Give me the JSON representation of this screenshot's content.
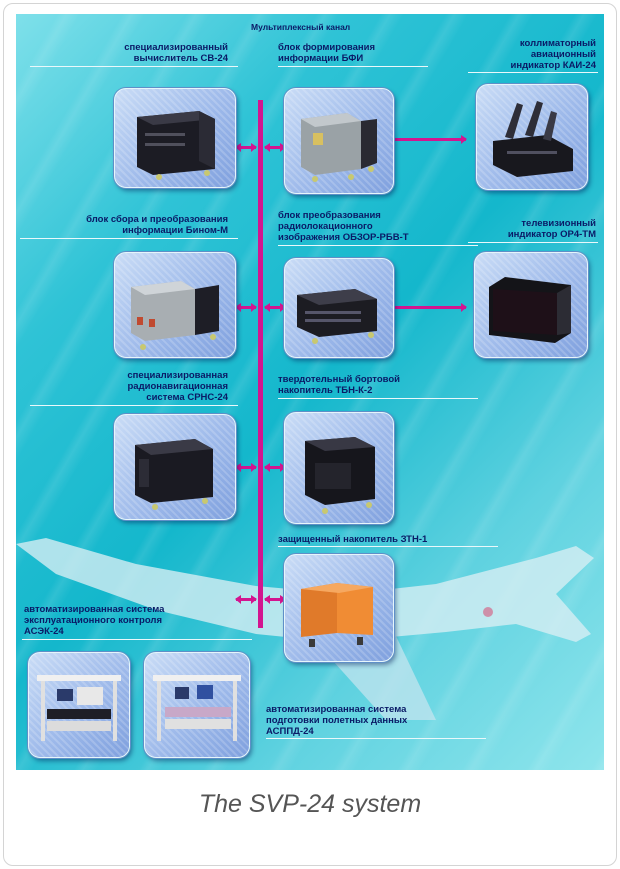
{
  "diagram": {
    "bus_label": "Мультиплексный канал",
    "blocks": [
      {
        "id": "sv24",
        "label": "специализированный\nвычислитель СВ-24",
        "icon": "computer-unit-icon"
      },
      {
        "id": "bfi",
        "label": "блок формирования\nинформации БФИ",
        "icon": "info-forming-unit-icon"
      },
      {
        "id": "kai24",
        "label": "коллиматорный\nавиационный\nиндикатор КАИ-24",
        "icon": "collimator-indicator-icon"
      },
      {
        "id": "binom",
        "label": "блок сбора и преобразования\nинформации Бином-М",
        "icon": "data-acquisition-unit-icon"
      },
      {
        "id": "obzor",
        "label": "блок преобразования\nрадиолокационного\nизображения ОБЗОР-РБВ-Т",
        "icon": "radar-image-converter-icon"
      },
      {
        "id": "or4",
        "label": "телевизионный\nиндикатор ОР4-ТМ",
        "icon": "tv-indicator-icon"
      },
      {
        "id": "srns",
        "label": "специализированная\nрадионавигационная\nсистема СРНС-24",
        "icon": "radionavigation-unit-icon"
      },
      {
        "id": "tbn",
        "label": "твердотельный бортовой\nнакопитель ТБН-К-2",
        "icon": "solid-state-recorder-icon"
      },
      {
        "id": "ztn",
        "label": "защищенный накопитель ЗТН-1",
        "icon": "protected-recorder-icon"
      },
      {
        "id": "asek",
        "label": "автоматизированная система\nэксплуатационного контроля\nАСЭК-24",
        "icon": "maintenance-console-icon"
      },
      {
        "id": "asppd",
        "label": "автоматизированная система\nподготовки полетных данных\nАСППД-24",
        "icon": "flight-data-console-icon"
      }
    ],
    "colors": {
      "bus": "#d3158f",
      "label_text": "#0a1a66",
      "background": "#1fbcd0",
      "panel": "#9db9ea"
    }
  },
  "caption": "The SVP-24 system"
}
